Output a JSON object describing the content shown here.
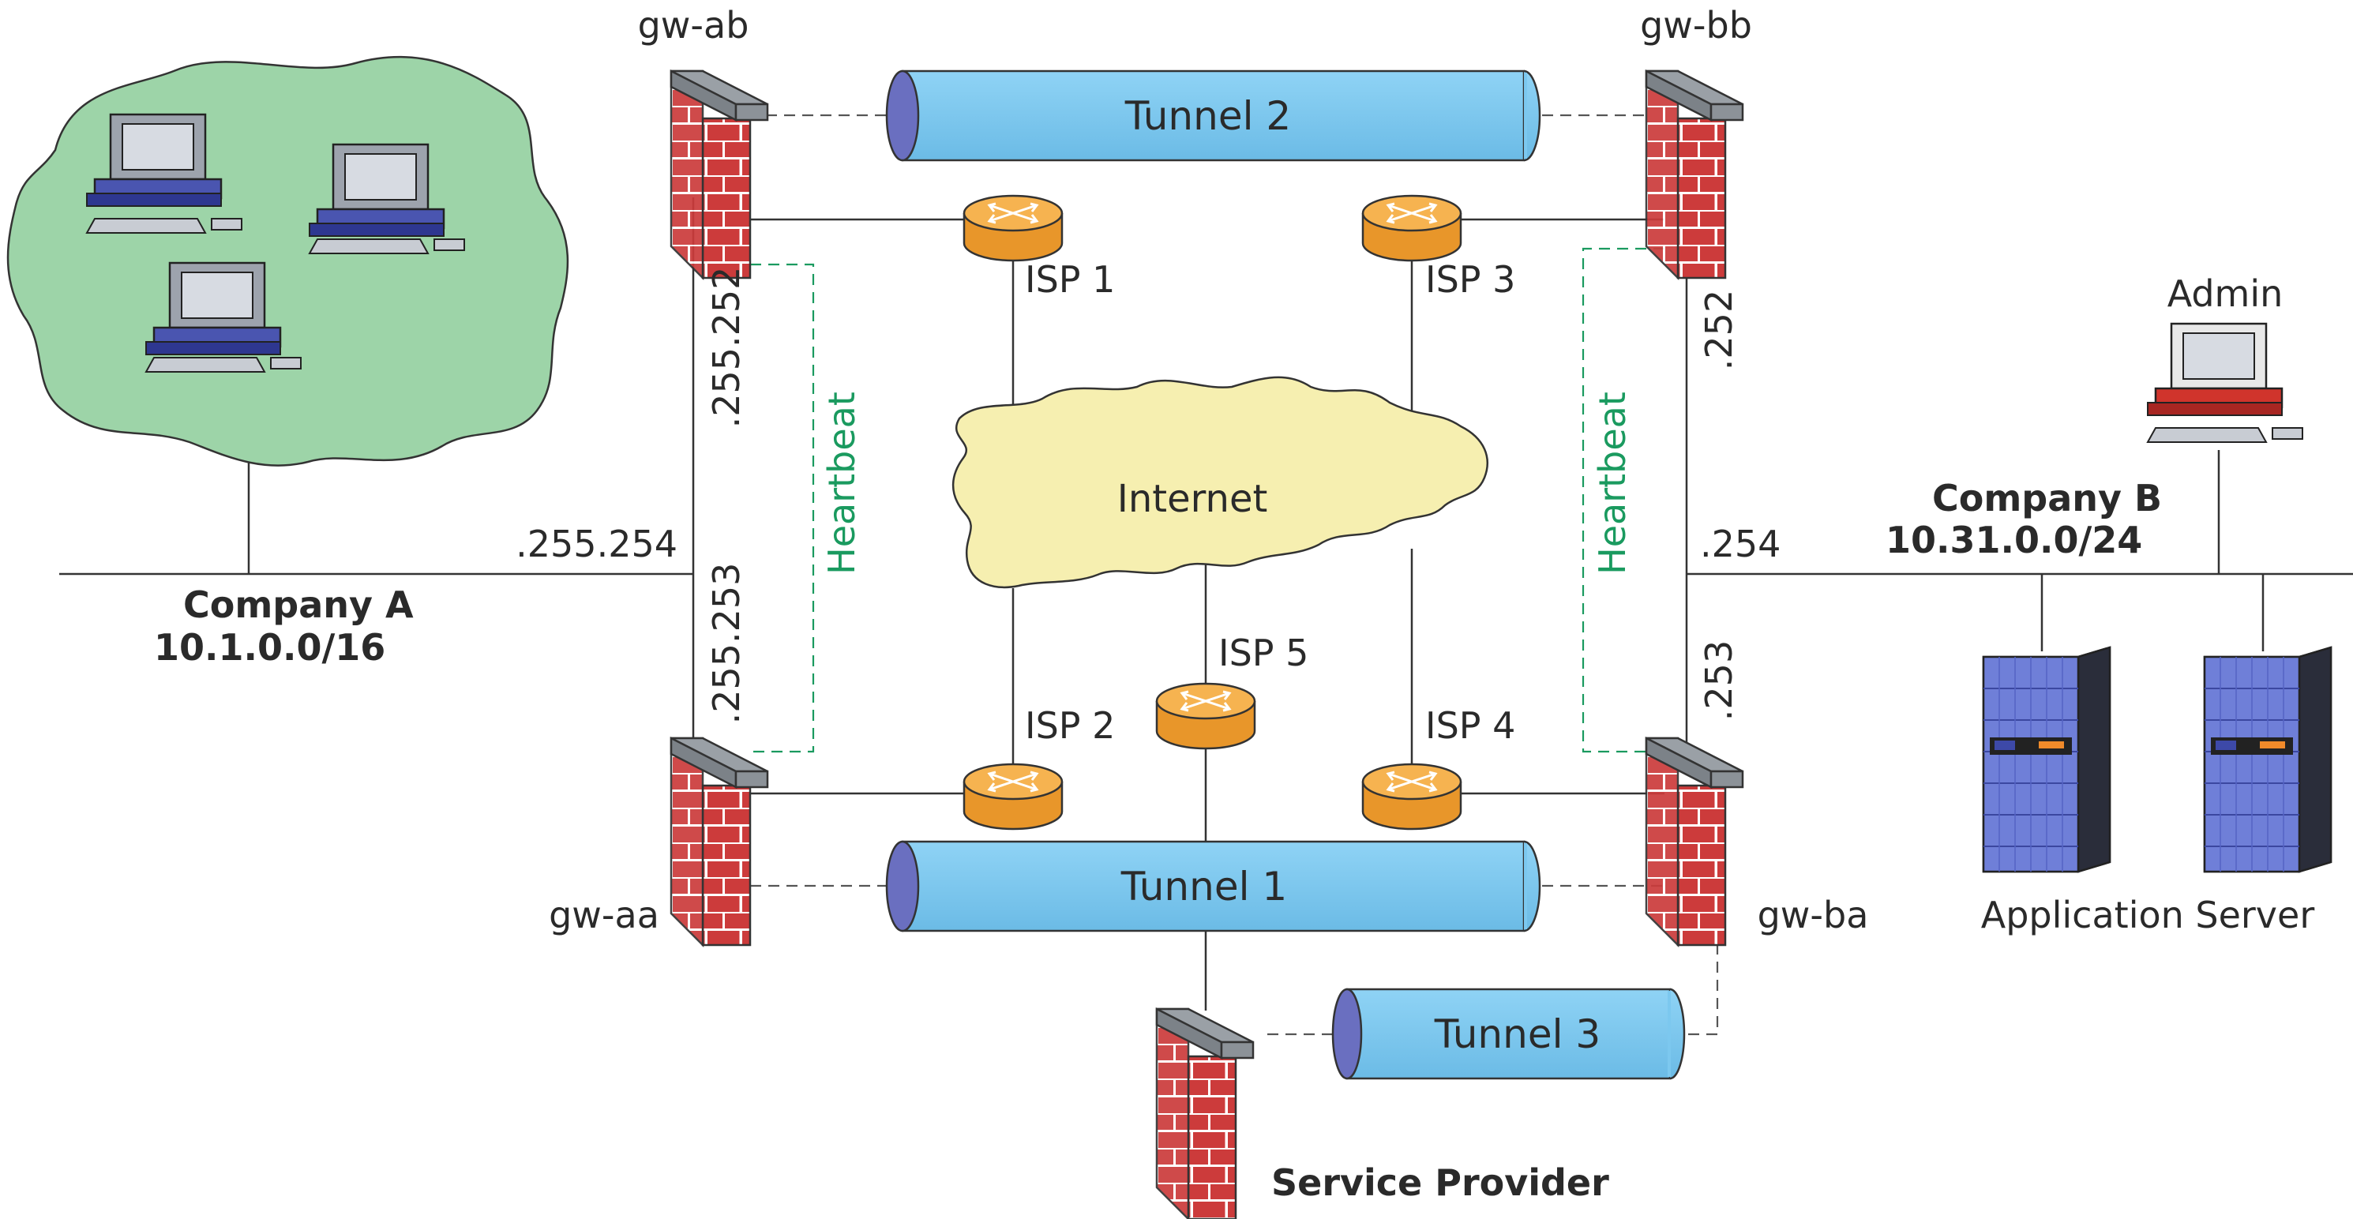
{
  "gateways": {
    "gw_ab": "gw-ab",
    "gw_bb": "gw-bb",
    "gw_aa": "gw-aa",
    "gw_ba": "gw-ba"
  },
  "tunnels": {
    "t1": "Tunnel 1",
    "t2": "Tunnel 2",
    "t3": "Tunnel 3"
  },
  "isps": {
    "isp1": "ISP 1",
    "isp2": "ISP 2",
    "isp3": "ISP 3",
    "isp4": "ISP 4",
    "isp5": "ISP 5"
  },
  "internet": "Internet",
  "heartbeat": "Heartbeat",
  "company_a": {
    "name": "Company A",
    "network": "10.1.0.0/16"
  },
  "company_b": {
    "name": "Company B",
    "network": "10.31.0.0/24"
  },
  "addresses": {
    "a_254": ".255.254",
    "a_252": ".255.252",
    "a_253": ".255.253",
    "b_252": ".252",
    "b_254": ".254",
    "b_253": ".253"
  },
  "admin": "Admin",
  "app_server": "Application Server",
  "service_provider": "Service Provider",
  "colors": {
    "firewall_brick": "#cc3b3b",
    "firewall_top": "#9aa0a6",
    "tunnel": "#7cc8ef",
    "tunnel_end": "#6a6fc0",
    "router": "#f2a53a",
    "cloud": "#f6efb0",
    "lan_blob": "#9dd4a8",
    "heartbeat": "#1a9a5f"
  }
}
